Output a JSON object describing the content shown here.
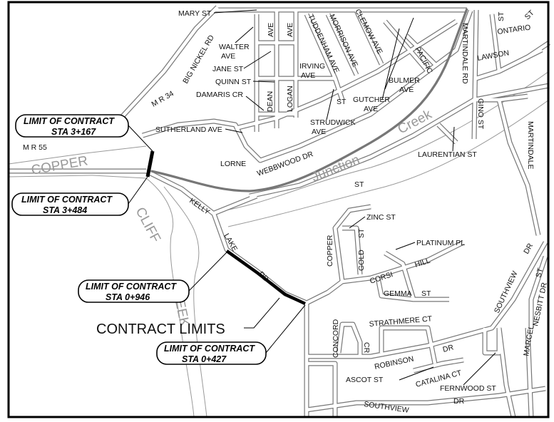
{
  "map": {
    "streets": {
      "mary": "MARY ST",
      "big_nickel": "BIG NICKEL RD",
      "walter": "WALTER",
      "walter2": "AVE",
      "ave1": "AVE",
      "ave2": "AVE",
      "jane": "JANE ST",
      "quinn": "QUINN ST",
      "damaris": "DAMARIS CR",
      "dean": "DEAN",
      "logan": "LOGAN",
      "tuddenham": "TUDDENHAM AVE",
      "morrison": "MORRISON AVE",
      "clemow": "CLEMOW AVE",
      "irving": "IRVING",
      "irving2": "AVE",
      "pacific": "PACIFIC",
      "st_top": "ST",
      "ontario": "ONTARIO",
      "st_ontario": "ST",
      "lawson": "LAWSON",
      "martindale_rd": "MARTINDALE RD",
      "bulmer": "BULMER",
      "bulmer2": "AVE",
      "gutcher": "GUTCHER",
      "gutcher2": "AVE",
      "st_mid": "ST",
      "strudwick": "STRUDWICK",
      "strudwick2": "AVE",
      "gino": "GINO ST",
      "martindale": "MARTINDALE",
      "laurentian": "LAURENTIAN ST",
      "mr34": "M R 34",
      "sutherland": "SUTHERLAND AVE",
      "mr55": "M R 55",
      "lorne": "LORNE",
      "webbwood": "WEBBWOOD DR",
      "st_copper": "ST",
      "kelly": "KELLY",
      "lake": "LAKE",
      "rd": "RD",
      "zinc": "ZINC ST",
      "copper": "COPPER",
      "gold": "GOLD",
      "gold_st": "ST",
      "platinum": "PLATINUM PL",
      "hill": "HILL",
      "corsi": "CORSI",
      "gemma": "GEMMA",
      "gemma_st": "ST",
      "dr_southview": "DR",
      "southview": "SOUTHVIEW",
      "nesbitt": "NESBITT DR",
      "st_nesbitt": "ST",
      "marcel": "MARCEL",
      "strathmere": "STRATHMERE CT",
      "concord": "CONCORD",
      "cr": "CR",
      "robinson": "ROBINSON",
      "dr_robinson": "DR",
      "ascot": "ASCOT ST",
      "catalina": "CATALINA CT",
      "fernwood": "FERNWOOD ST",
      "southview_bottom": "SOUTHVIEW",
      "dr_bottom": "DR"
    },
    "features": {
      "copper": "COPPER",
      "cliff": "CLIFF",
      "creek": "CREEK",
      "junction": "Junction",
      "junction_creek": "Creek"
    },
    "contract_limits_label": "CONTRACT LIMITS",
    "callouts": [
      {
        "line1": "LIMIT OF CONTRACT",
        "line2": "STA 3+167"
      },
      {
        "line1": "LIMIT OF CONTRACT",
        "line2": "STA 3+484"
      },
      {
        "line1": "LIMIT OF CONTRACT",
        "line2": "STA 0+946"
      },
      {
        "line1": "LIMIT OF CONTRACT",
        "line2": "STA 0+427"
      }
    ]
  }
}
